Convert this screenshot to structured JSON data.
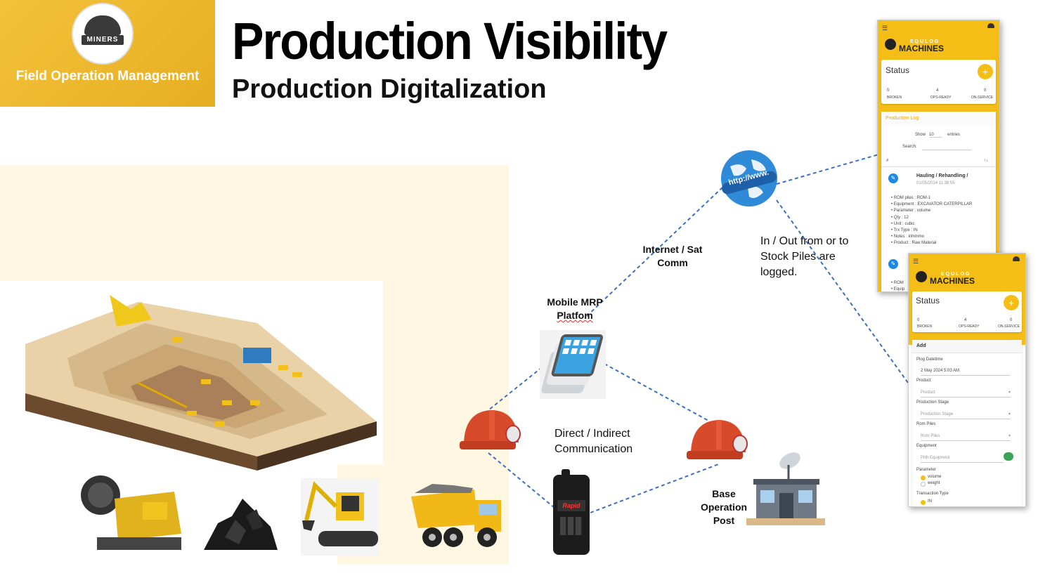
{
  "header": {
    "brand_logo_text": "MINERS",
    "tagline": "Field Operation Management",
    "title": "Production Visibility",
    "subtitle": "Production Digitalization"
  },
  "diagram": {
    "internet_label_1": "Internet / Sat",
    "internet_label_2": "Comm",
    "mobile_label_1": "Mobile MRP",
    "mobile_label_2": "Platfom",
    "direct_label_1": "Direct / Indirect",
    "direct_label_2": "Communication",
    "inout_label_1": "In / Out from or to",
    "inout_label_2": "Stock Piles are",
    "inout_label_3": "logged.",
    "base_label_1": "Base",
    "base_label_2": "Operation",
    "base_label_3": "Post",
    "www_label": "http://www.",
    "radio_brand": "Rapid"
  },
  "phone1": {
    "brand_top": "EQULOG",
    "brand": "MACHINES",
    "status_title": "Status",
    "plus": "+",
    "stats": [
      {
        "value": "0",
        "label": "BROKEN"
      },
      {
        "value": "4",
        "label": "OPS-READY"
      },
      {
        "value": "0",
        "label": "ON-SERVICE"
      }
    ],
    "log_title": "Production Log",
    "show": "Show",
    "show_value": "10",
    "entries": "entries",
    "search": "Search:",
    "col_hash": "#",
    "sort": "↑↓",
    "entry_title": "Hauling / Rehandling /",
    "entry_date": "01/05/2024 11:38:55",
    "details": [
      "ROM piles : ROM-1",
      "Equipment : EXCAVATOR CATERPILLAR",
      "Parameter : volume",
      "Qty : 12",
      "Unit : cubic",
      "Trx Type : IN",
      "Notes : klmmmo",
      "Product : Raw Material"
    ],
    "trailing_1": "ROM",
    "trailing_2": "Equip"
  },
  "phone2": {
    "brand_top": "EQULOG",
    "brand": "MACHINES",
    "status_title": "Status",
    "plus": "+",
    "stats": [
      {
        "value": "0",
        "label": "BROKEN"
      },
      {
        "value": "4",
        "label": "OPS-READY"
      },
      {
        "value": "0",
        "label": "ON-SERVICE"
      }
    ],
    "add_title": "Add",
    "plog_label": "Plog Datetime",
    "plog_value": "2 May 2024 5:03 AM",
    "product_label": "Product",
    "product_placeholder": "Product",
    "stage_label": "Production Stage",
    "stage_placeholder": "Production Stage",
    "rom_label": "Rom Piles",
    "rom_placeholder": "Rom Piles",
    "equip_label": "Equipment",
    "equip_placeholder": "Pilih Equipment",
    "param_label": "Parameter",
    "param_opt1": "volume",
    "param_opt2": "weight",
    "trx_label": "Transaction Type",
    "trx_opt1": "IN"
  },
  "colors": {
    "brand_yellow": "#f5be17",
    "helmet_orange": "#d84b2a",
    "link_blue": "#3a6fc4",
    "cream": "#fff7e2"
  }
}
